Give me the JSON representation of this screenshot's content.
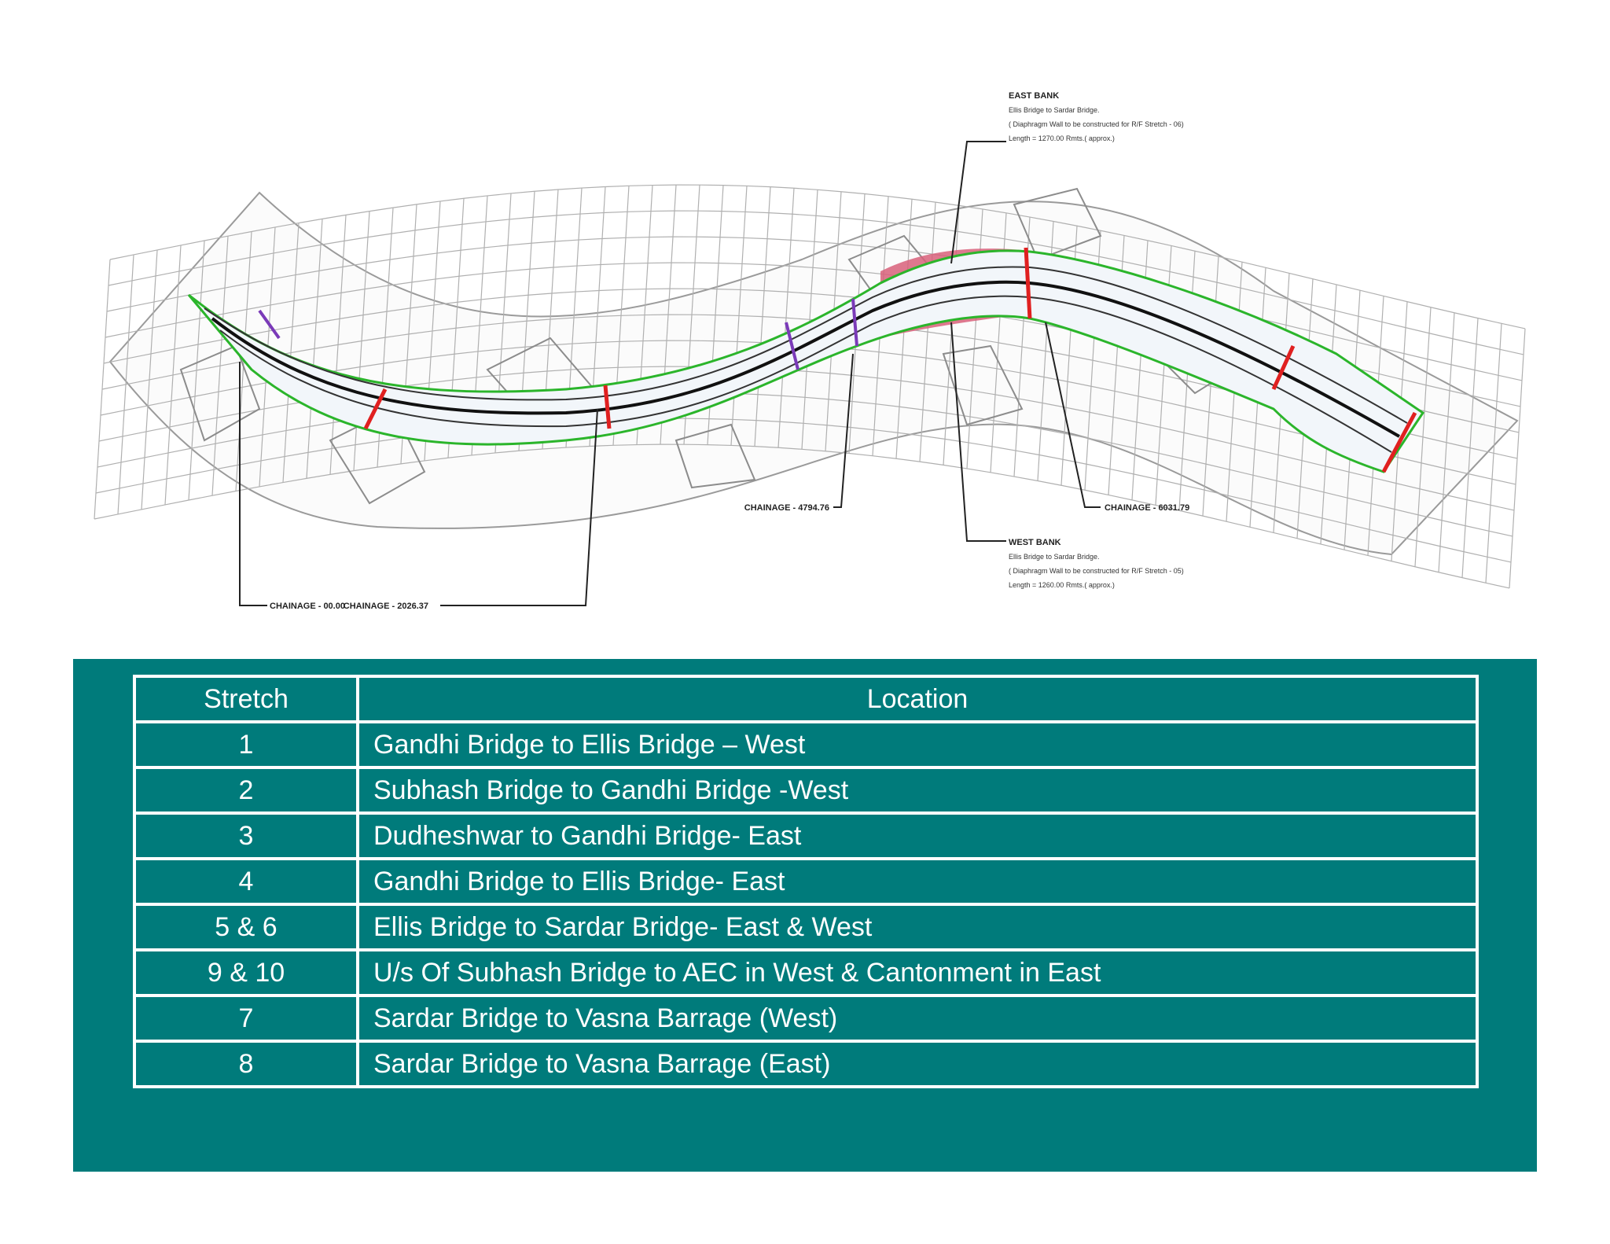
{
  "map": {
    "east_bank_note": {
      "title": "EAST BANK",
      "line1": "Ellis Bridge to Sardar Bridge.",
      "line2": "( Diaphragm Wall to be constructed for R/F Stretch - 06)",
      "line3": "Length = 1270.00 Rmts.( approx.)"
    },
    "west_bank_note": {
      "title": "WEST BANK",
      "line1": "Ellis Bridge to Sardar Bridge.",
      "line2": "( Diaphragm Wall to be constructed for R/F Stretch - 05)",
      "line3": "Length = 1260.00 Rmts.( approx.)"
    },
    "chainages": [
      {
        "label": "CHAINAGE - 00.00"
      },
      {
        "label": "CHAINAGE - 2026.37"
      },
      {
        "label": "CHAINAGE - 4794.76"
      },
      {
        "label": "CHAINAGE - 6031.79"
      }
    ],
    "colors": {
      "grid": "#9a9a9a",
      "river": "#f2f6fa",
      "bank_line": "#2bb52b",
      "highlight": "#d8607a",
      "marker": "#e02020",
      "urban": "#8c8c8c"
    }
  },
  "table": {
    "headers": [
      "Stretch",
      "Location"
    ],
    "rows": [
      {
        "stretch": "1",
        "location": "Gandhi Bridge to Ellis Bridge – West"
      },
      {
        "stretch": "2",
        "location": "Subhash Bridge to Gandhi Bridge -West"
      },
      {
        "stretch": "3",
        "location": "Dudheshwar to Gandhi Bridge- East"
      },
      {
        "stretch": "4",
        "location": "Gandhi Bridge to Ellis Bridge- East"
      },
      {
        "stretch": "5 & 6",
        "location": "Ellis Bridge to Sardar Bridge- East & West"
      },
      {
        "stretch": "9 & 10",
        "location": "U/s Of Subhash Bridge to AEC in West & Cantonment in East"
      },
      {
        "stretch": "7",
        "location": "Sardar Bridge to Vasna Barrage (West)"
      },
      {
        "stretch": "8",
        "location": "Sardar Bridge to Vasna Barrage (East)"
      }
    ],
    "colors": {
      "panel": "#007b7b",
      "text": "#ffffff",
      "border": "#ffffff"
    }
  }
}
